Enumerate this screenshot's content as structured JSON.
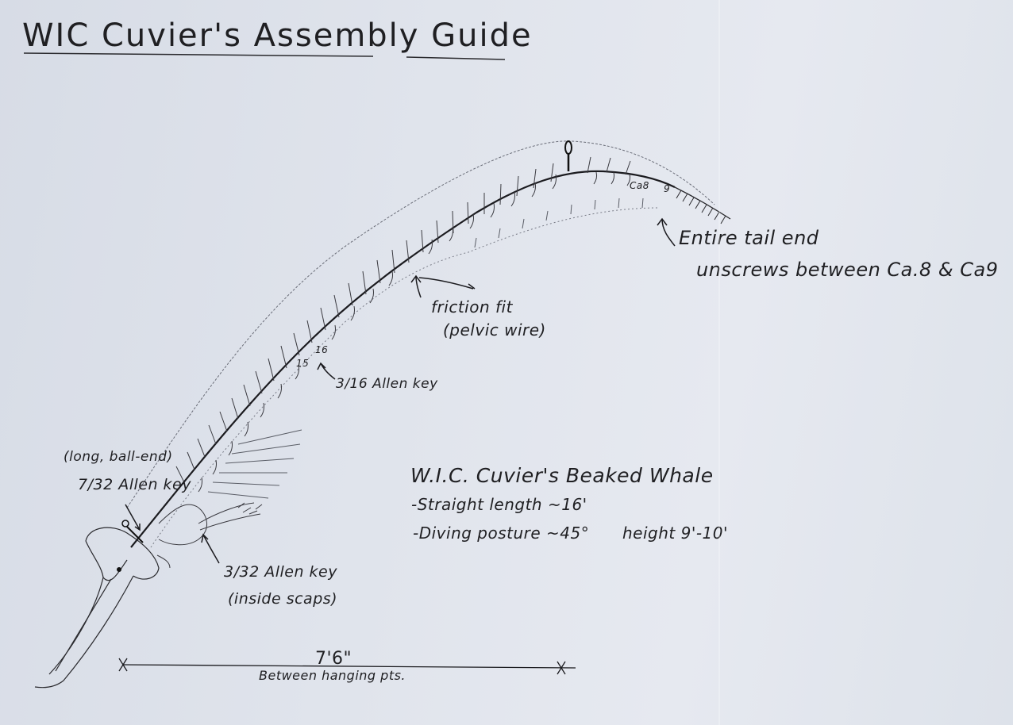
{
  "title": "WIC Cuvier's Assembly Guide",
  "annotations": {
    "tail_end_line1": "Entire tail end",
    "tail_end_line2": "unscrews between Ca.8 & Ca9",
    "friction_line1": "friction fit",
    "friction_line2": "(pelvic wire)",
    "allen_316": "3/16 Allen key",
    "long_ball_line1": "(long, ball-end)",
    "long_ball_line2": "7/32 Allen key",
    "allen_332_line1": "3/32 Allen key",
    "allen_332_line2": "(inside scaps)"
  },
  "vertebra_labels": {
    "ca8": "Ca8",
    "ca9": "9",
    "v15": "15",
    "v16": "16"
  },
  "specimen_note": {
    "heading": "W.I.C. Cuvier's Beaked Whale",
    "straight_length": "-Straight length ~16'",
    "diving_posture": "-Diving posture ~45°",
    "height": "height 9'-10'"
  },
  "dimension": {
    "value": "7'6\"",
    "caption": "Between hanging pts."
  }
}
